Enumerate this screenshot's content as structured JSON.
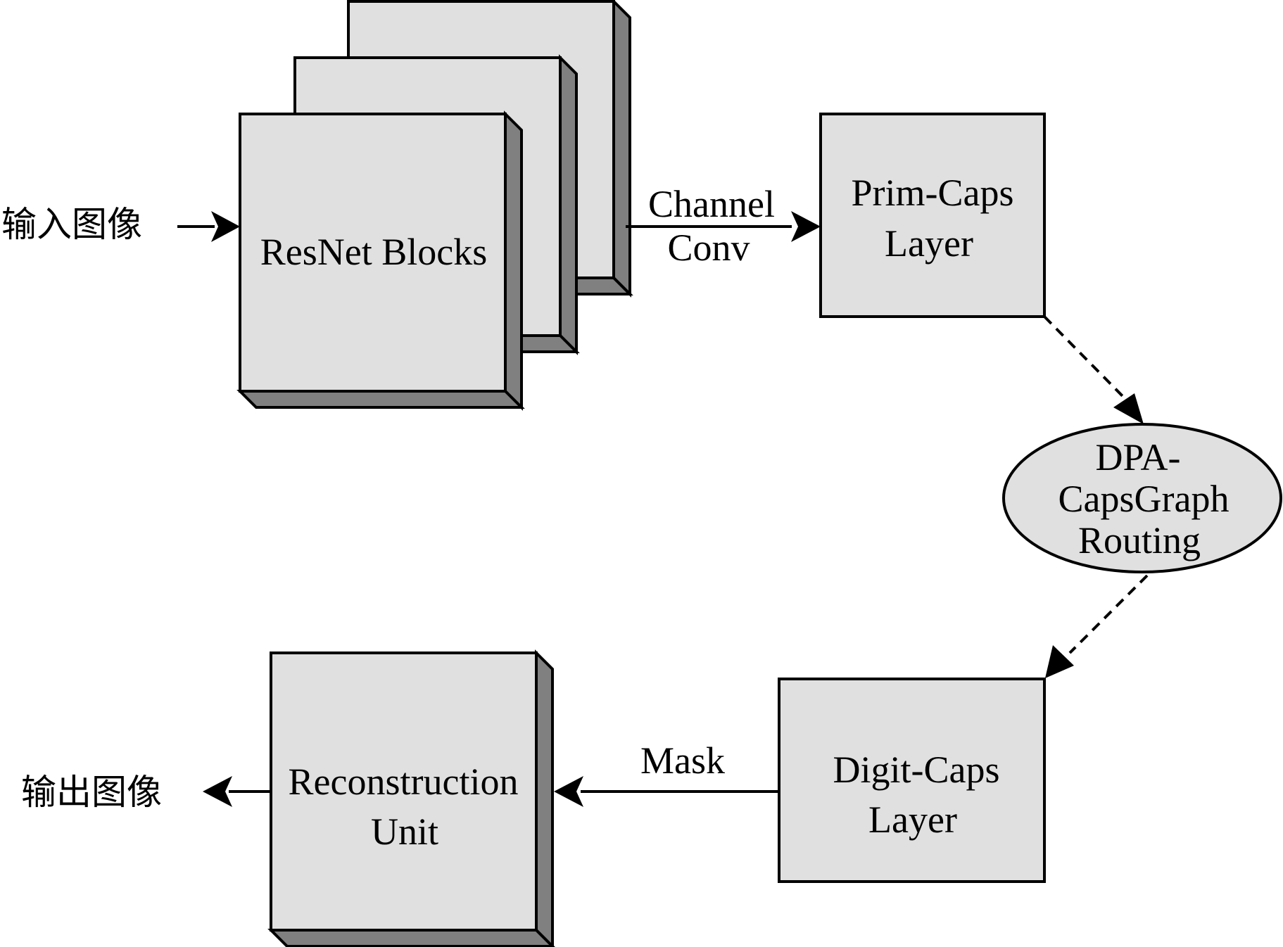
{
  "diagram": {
    "input_label": "输入图像",
    "output_label": "输出图像",
    "resnet_label": "ResNet Blocks",
    "channel_conv_label": [
      "Channel",
      "Conv"
    ],
    "prim_caps_label": [
      "Prim-Caps",
      "Layer"
    ],
    "routing_label": [
      "DPA-",
      "CapsGraph",
      "Routing"
    ],
    "digit_caps_label": [
      "Digit-Caps",
      "Layer"
    ],
    "mask_label": "Mask",
    "reconstruction_label": [
      "Reconstruction",
      "Unit"
    ]
  },
  "colors": {
    "box_fill": "#e0e0e0",
    "box_side": "#808080",
    "line": "#000000",
    "background": "#ffffff"
  }
}
